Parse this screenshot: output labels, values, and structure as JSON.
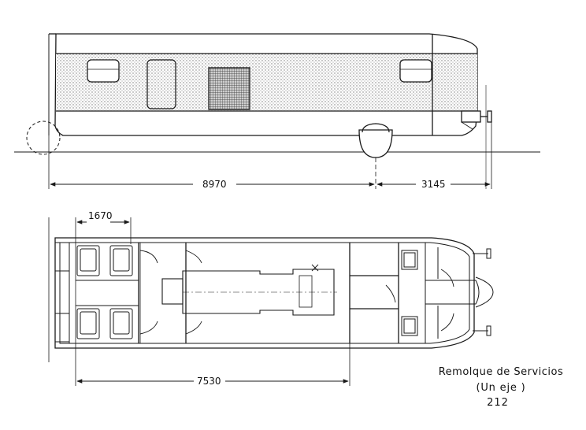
{
  "side_view": {
    "dim_length": "8970",
    "dim_overhang": "3145"
  },
  "plan_view": {
    "dim_bay": "1670",
    "dim_body": "7530"
  },
  "caption": {
    "line1": "Remolque de Servicios",
    "line2": "(Un eje )",
    "line3": "212"
  },
  "colors": {
    "ink": "#1a1a1a",
    "stipple": "#8a8a8a",
    "paper": "#ffffff"
  }
}
